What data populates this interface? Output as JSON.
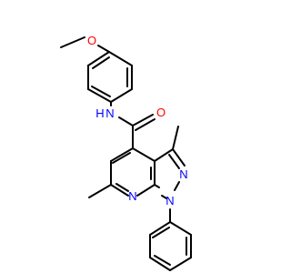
{
  "molecule": {
    "atoms": {
      "methoxy_oxygen": "O",
      "amide_nh": "N",
      "amide_nh_hydrogen": "H",
      "carbonyl_oxygen": "O",
      "pyrazole_n2": "N",
      "pyrazole_n1": "N",
      "pyridine_n": "N"
    },
    "colors": {
      "bond": "#000000",
      "oxygen": "#FF0000",
      "nitrogen": "#0000FF"
    }
  }
}
